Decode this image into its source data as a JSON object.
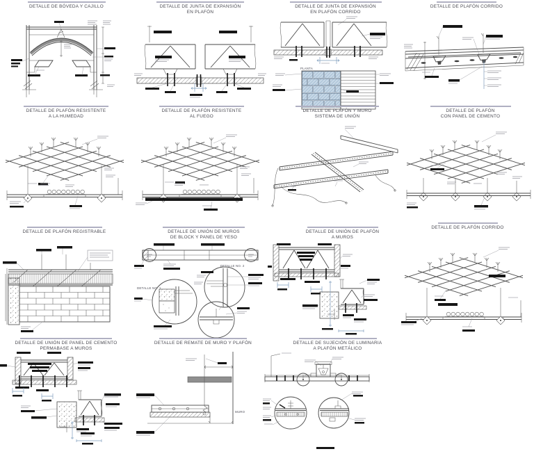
{
  "sheet": {
    "background": "#ffffff",
    "line_color": "#4a4a4a",
    "title_color": "#4a4a52",
    "rule_color": "#b0b0c2",
    "annotation_color": "#161616",
    "leader_blue": "#7e9dbd",
    "block_blue": "#c6d7e6",
    "muro_gray": "#8f8f8f"
  },
  "panels": [
    {
      "id": "boveda-y-cajillo",
      "title1": "DETALLE DE BÓVEDA Y CAJILLO",
      "title2": ""
    },
    {
      "id": "junta-expansion-plafon",
      "title1": "DETALLE DE JUNTA DE EXPANSIÓN",
      "title2": "EN PLAFÓN"
    },
    {
      "id": "junta-expansion-plafon-corrido",
      "title1": "DETALLE DE JUNTA DE EXPANSIÓN",
      "title2": "EN PLAFÓN CORRIDO",
      "plan_label": "PLANTA"
    },
    {
      "id": "plafon-corrido-a",
      "title1": "DETALLE DE PLAFÓN CORRIDO",
      "title2": ""
    },
    {
      "id": "plafon-resistente-humedad",
      "title1": "DETALLE DE PLAFÓN RESISTENTE",
      "title2": "A LA HUMEDAD"
    },
    {
      "id": "plafon-resistente-fuego",
      "title1": "DETALLE DE PLAFÓN RESISTENTE",
      "title2": "AL FUEGO"
    },
    {
      "id": "plafon-muro-sistema-union",
      "title1": "DETALLE DE PLAFÓN Y MURO",
      "title2": "SISTEMA DE UNIÓN"
    },
    {
      "id": "plafon-panel-cemento",
      "title1": "DETALLE DE PLAFÓN",
      "title2": "CON PANEL DE CEMENTO"
    },
    {
      "id": "plafon-registrable",
      "title1": "DETALLE DE PLAFÓN REGISTRABLE",
      "title2": ""
    },
    {
      "id": "union-muros-block-yeso",
      "title1": "DETALLE DE UNIÓN DE MUROS",
      "title2": "DE BLOCK Y PANEL DE YESO",
      "detail1_label": "DETALLE NO. 1",
      "detail2_label": "DETALLE NO. 2"
    },
    {
      "id": "union-plafon-muros",
      "title1": "DETALLE DE UNIÓN DE PLAFÓN",
      "title2": "A MUROS"
    },
    {
      "id": "plafon-corrido-b",
      "title1": "DETALLE DE PLAFÓN CORRIDO",
      "title2": ""
    },
    {
      "id": "union-panel-cemento-permabase",
      "title1": "DETALLE DE UNIÓN DE PANEL DE CEMENTO",
      "title2": "PERMABASE A MUROS"
    },
    {
      "id": "remate-muro-plafon",
      "title1": "DETALLE DE REMATE DE MURO Y PLAFÓN",
      "title2": "",
      "muro_label": "MURO"
    },
    {
      "id": "sujecion-luminaria-plafon-metalico",
      "title1": "DETALLE DE SUJECIÓN DE LUMINARIA",
      "title2": "A PLAFÓN METÁLICO"
    }
  ]
}
